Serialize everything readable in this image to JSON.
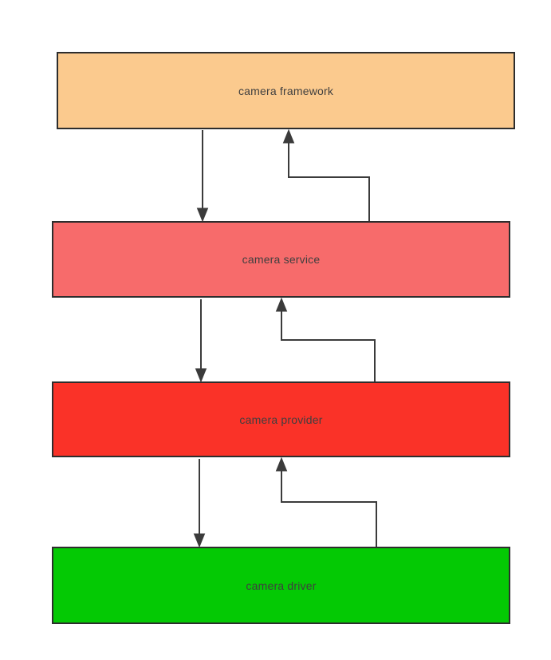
{
  "diagram": {
    "description": "Android camera architecture stack flow diagram",
    "background_color": "#FFFFFF",
    "border_color": "#2D2D2D",
    "arrow_color": "#3B3B3B",
    "text_color": "#3F3F3F",
    "nodes": [
      {
        "id": "camera-framework",
        "label": "camera framework",
        "fill": "#FBCA8E"
      },
      {
        "id": "camera-service",
        "label": "camera service",
        "fill": "#F76B6B"
      },
      {
        "id": "camera-provider",
        "label": "camera provider",
        "fill": "#FA3228"
      },
      {
        "id": "camera-driver",
        "label": "camera driver",
        "fill": "#04C904"
      }
    ],
    "edges": [
      {
        "from": "camera-framework",
        "to": "camera-service",
        "direction": "down",
        "style": "straight-arrow"
      },
      {
        "from": "camera-service",
        "to": "camera-framework",
        "direction": "up",
        "style": "elbow-arrow"
      },
      {
        "from": "camera-service",
        "to": "camera-provider",
        "direction": "down",
        "style": "straight-arrow"
      },
      {
        "from": "camera-provider",
        "to": "camera-service",
        "direction": "up",
        "style": "elbow-arrow"
      },
      {
        "from": "camera-provider",
        "to": "camera-driver",
        "direction": "down",
        "style": "straight-arrow"
      },
      {
        "from": "camera-driver",
        "to": "camera-provider",
        "direction": "up",
        "style": "elbow-arrow"
      }
    ]
  }
}
